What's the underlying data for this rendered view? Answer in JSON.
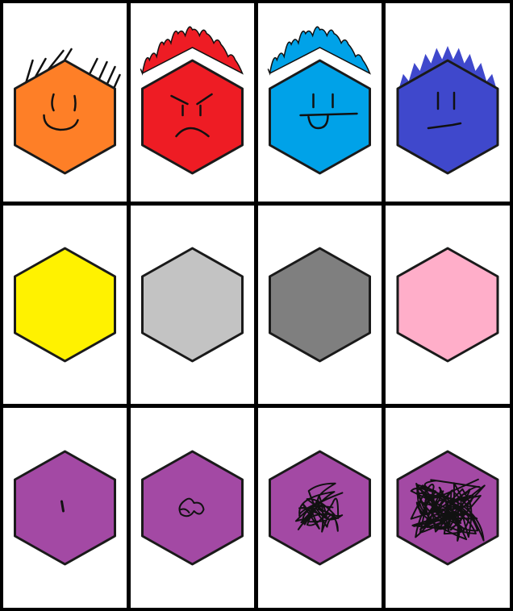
{
  "colors": {
    "grid_line": "#000000",
    "cell_background": "#ffffff",
    "outline": "#1a1a1a",
    "stroke": "#111111"
  },
  "rows": [
    {
      "name": "faces",
      "cells": [
        {
          "name": "orange-smiling-hexagon",
          "fill": "#fe7f27",
          "hair": "#111111",
          "face": "smile",
          "hair_style": "spikes"
        },
        {
          "name": "red-angry-hexagon",
          "fill": "#ee1c24",
          "hair": "#ee1c24",
          "face": "angry",
          "hair_style": "curly"
        },
        {
          "name": "blue-tongue-out-hexagon",
          "fill": "#00a2e8",
          "hair": "#00a2e8",
          "face": "tongue",
          "hair_style": "curly"
        },
        {
          "name": "indigo-neutral-hexagon",
          "fill": "#3f48cc",
          "hair": "#3f48cc",
          "face": "neutral",
          "hair_style": "spiky"
        }
      ]
    },
    {
      "name": "plain",
      "cells": [
        {
          "name": "yellow-hexagon",
          "fill": "#fff200"
        },
        {
          "name": "light-gray-hexagon",
          "fill": "#c3c3c3"
        },
        {
          "name": "dark-gray-hexagon",
          "fill": "#7f7f7f"
        },
        {
          "name": "pink-hexagon",
          "fill": "#ffaec9"
        }
      ]
    },
    {
      "name": "scribbles",
      "cells": [
        {
          "name": "purple-hexagon-dot",
          "fill": "#a349a4",
          "scribble_level": 1
        },
        {
          "name": "purple-hexagon-small-scribble",
          "fill": "#a349a4",
          "scribble_level": 2
        },
        {
          "name": "purple-hexagon-medium-scribble",
          "fill": "#a349a4",
          "scribble_level": 3
        },
        {
          "name": "purple-hexagon-heavy-scribble",
          "fill": "#a349a4",
          "scribble_level": 4
        }
      ]
    }
  ]
}
